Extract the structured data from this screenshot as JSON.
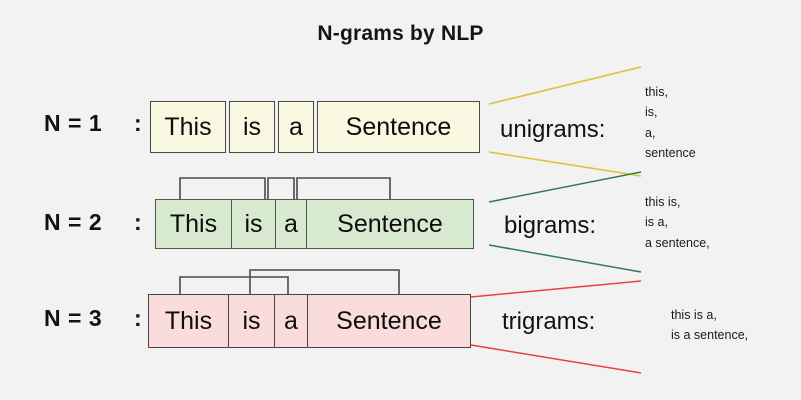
{
  "page": {
    "title": "N-grams by NLP",
    "background_color": "#f2f2f2"
  },
  "rows": [
    {
      "n_label": "N = 1",
      "colon": ":",
      "tokens": [
        "This",
        "is",
        "a",
        "Sentence"
      ],
      "fill_color": "#f9f9e2",
      "border_color": "#4a4a42",
      "connector_color": "#e3c03c",
      "gram_label": "unigrams:",
      "grams": [
        "this,",
        "is,",
        "a,",
        "sentence"
      ]
    },
    {
      "n_label": "N = 2",
      "colon": ":",
      "tokens": [
        "This",
        "is",
        "a",
        "Sentence"
      ],
      "fill_color": "#d7ead0",
      "border_color": "#4f5a4c",
      "connector_color": "#2f7d4f",
      "gram_label": "bigrams:",
      "grams": [
        "this is,",
        "is a,",
        "a sentence,"
      ]
    },
    {
      "n_label": "N = 3",
      "colon": ":",
      "tokens": [
        "This",
        "is",
        "a",
        "Sentence"
      ],
      "fill_color": "#fbdcdc",
      "border_color": "#4a4444",
      "connector_color": "#e8413f",
      "gram_label": "trigrams:",
      "grams": [
        "this is a,",
        "is a sentence,"
      ]
    }
  ]
}
